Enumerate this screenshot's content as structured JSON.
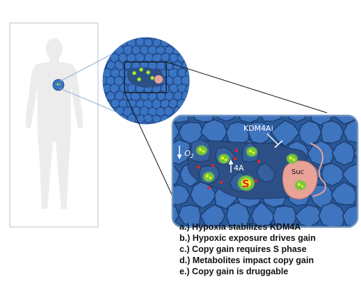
{
  "colors": {
    "cell_fill": "#3a75c4",
    "cell_stroke": "#1f3f7a",
    "inset_bg": "#2a5a9a",
    "inset_cell": "#3f74bf",
    "panel_border": "#6e94c0",
    "tumor_niche": "#2c4f86",
    "nucleus_yellow": "#e9f21c",
    "nucleus_green": "#73c53f",
    "red_dot": "#e8222a",
    "pink_cell": "#e8a297",
    "body_gray": "#ececec"
  },
  "labels": {
    "inhibitor": "KDM4Ai",
    "oxygen": "O",
    "oxygen_sub": "2",
    "kdm4a": "4A",
    "s_phase": "S",
    "succinate": "Suc"
  },
  "findings": [
    "a.) Hypoxia stabilizes KDM4A",
    "b.) Hypoxic exposure drives gain",
    "c.) Copy gain requires S phase",
    "d.) Metabolites impact copy gain",
    "e.) Copy gain is druggable"
  ]
}
